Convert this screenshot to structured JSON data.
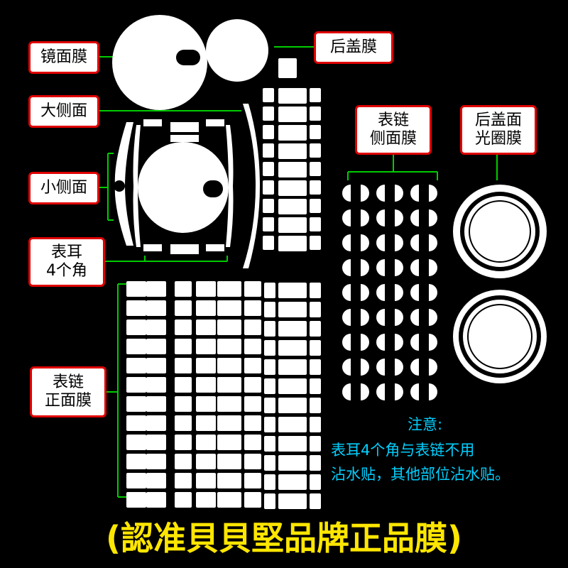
{
  "labels": {
    "mirror_film": "镜面膜",
    "large_side": "大侧面",
    "small_side": "小侧面",
    "lugs": "表耳\n4个角",
    "strap_front": "表链\n正面膜",
    "back_cover": "后盖膜",
    "strap_side": "表链\n侧面膜",
    "back_ring": "后盖面\n光圈膜"
  },
  "notes": {
    "title": "注意:",
    "line1": "表耳4个角与表链不用",
    "line2": "沾水贴，其他部位沾水贴。"
  },
  "banner": "(認准貝貝堅品牌正品膜)",
  "colors": {
    "background": "#000000",
    "film": "#ffffff",
    "label_border": "#e00000",
    "leader_line": "#00cc00",
    "note_text": "#00d0ff",
    "banner_text": "#ffe600"
  }
}
